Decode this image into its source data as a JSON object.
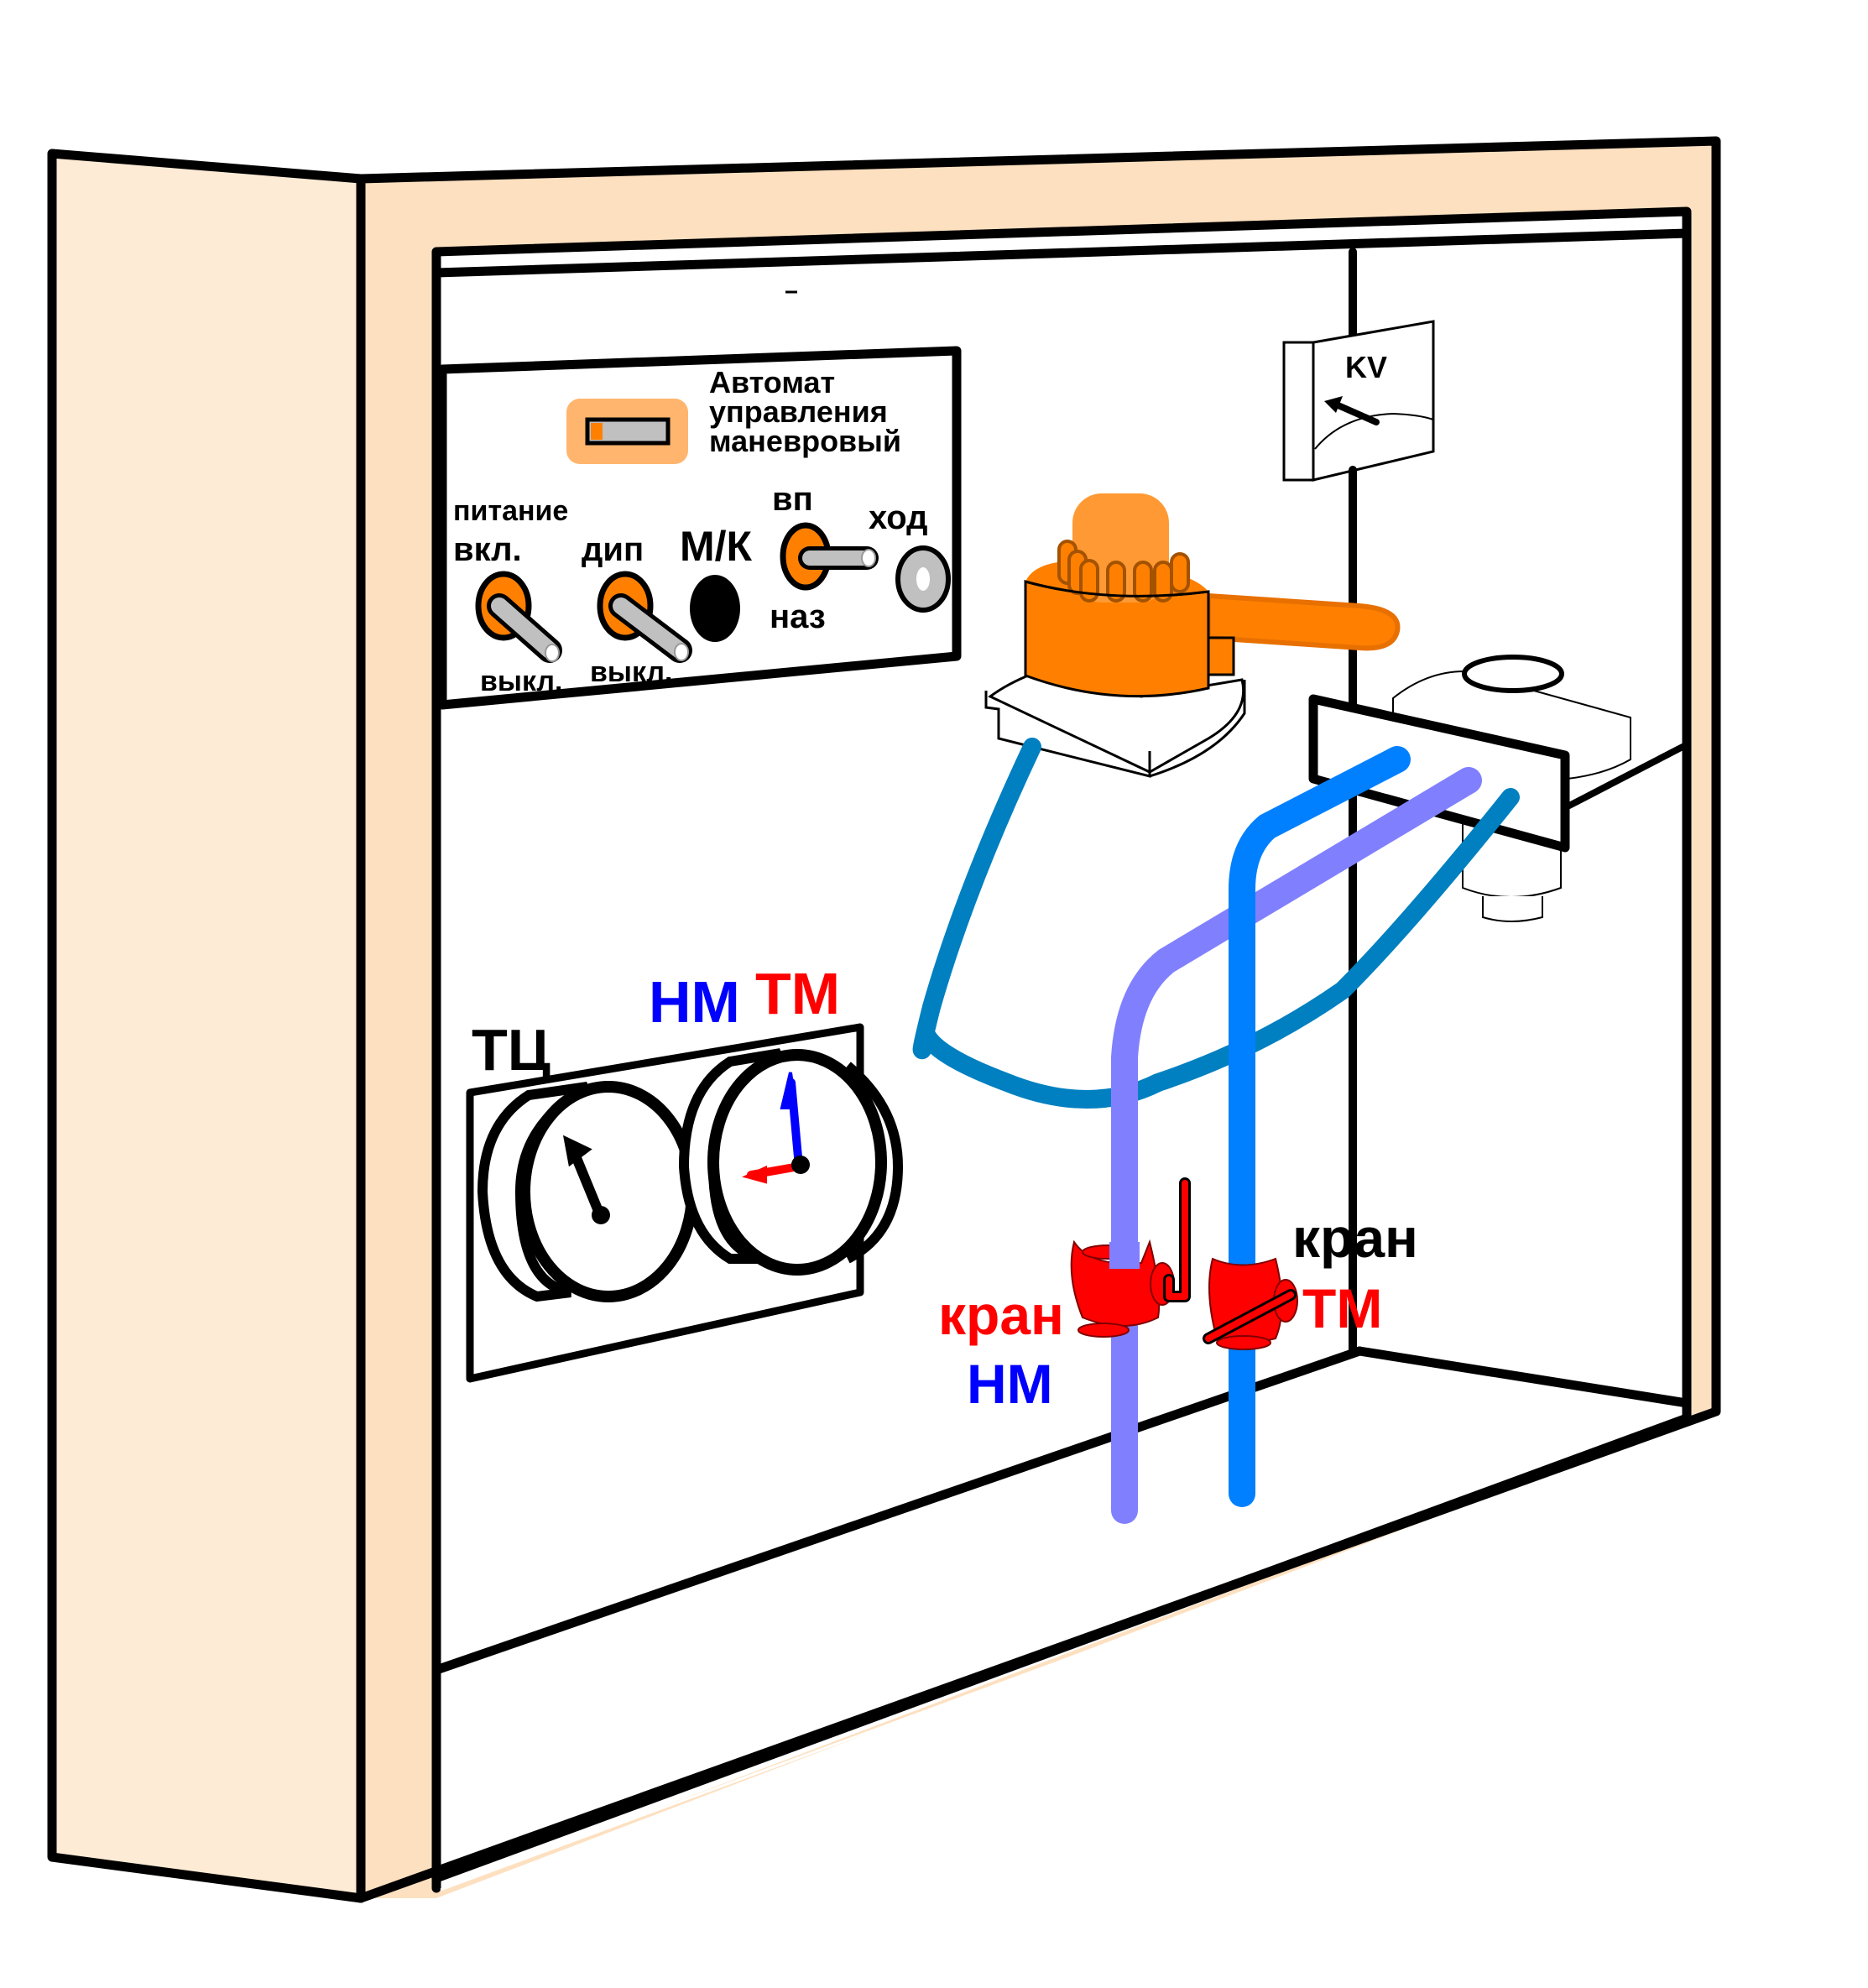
{
  "diagram": {
    "title": "Cabinet with manoeuvre control panel, gauges, brake valve and cocks",
    "control_panel": {
      "breaker_label_line1": "Автомат",
      "breaker_label_line2": "управления",
      "breaker_label_line3": "маневровый",
      "power_label": "питание",
      "power_on_label": "вкл.",
      "power_off_label": "выкл.",
      "dip_label": "дип",
      "dip_off_label": "выкл.",
      "mk_label": "М/К",
      "direction_forward_label": "вп",
      "direction_back_label": "наз",
      "move_label": "ход"
    },
    "voltmeter": {
      "label": "KV"
    },
    "gauges": {
      "brake_cylinder_label": "ТЦ",
      "supply_line_label": "НМ",
      "brake_line_label": "ТМ"
    },
    "cocks": {
      "nm_cock_label_line1": "кран",
      "nm_cock_label_line2": "НМ",
      "tm_cock_label_line1": "кран",
      "tm_cock_label_line2": "ТМ"
    },
    "colors": {
      "cabinet_side": "#FEEBD6",
      "cabinet_front": "#FDE0C0",
      "orange": "#FF8000",
      "orange_light": "#FFB56E",
      "nm_pipe": "#8080FF",
      "tm_pipe": "#0080FF",
      "tc_pipe": "#0080C0",
      "nm_text": "#0000FF",
      "tm_text": "#FF0000",
      "cock_red": "#FF0000"
    }
  }
}
